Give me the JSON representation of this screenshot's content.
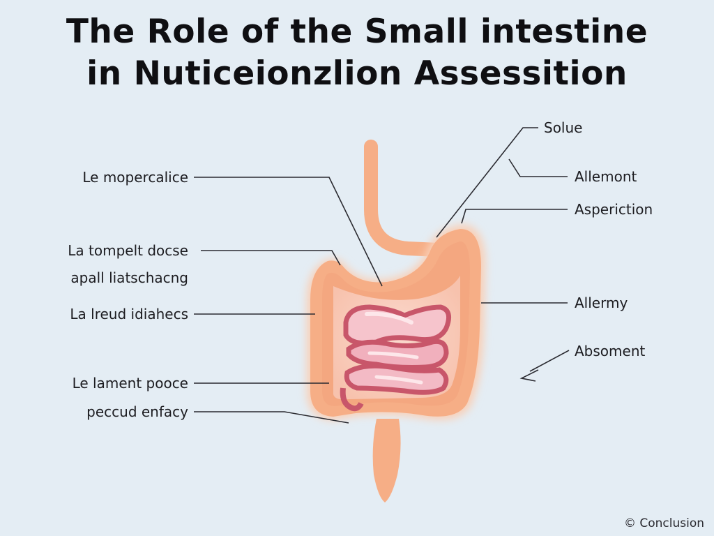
{
  "title": {
    "line1": "The Role of the Small intestine",
    "line2": "in Nuticeionzlion Assessition"
  },
  "left_labels": [
    "Le mopercalice",
    "La tompelt docse",
    "apall liatschacng",
    "La lreud idiahecs",
    "Le lament pooce",
    "peccud enfacy"
  ],
  "right_labels": [
    "Solue",
    "Allemont",
    "Asperiction",
    "Allermy",
    "Absoment"
  ],
  "footer": {
    "symbol": "©",
    "text": "Conclusion"
  },
  "colors": {
    "background": "#e4edf4",
    "colon_fill": "#f6ae86",
    "colon_glow": "#f9cfb6",
    "inner_wall": "#fbc3a6",
    "small_intestine": "#c8566a",
    "small_intestine_highlight": "#f6c4cc",
    "leader_lines": "#2a2a30"
  }
}
